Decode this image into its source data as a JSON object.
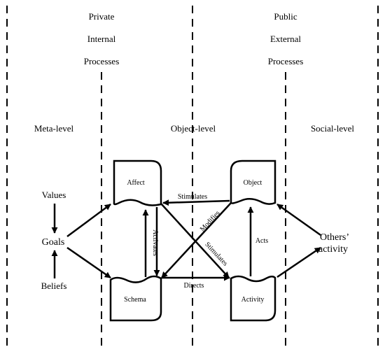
{
  "headers": {
    "private": [
      "Private",
      "Internal",
      "Processes"
    ],
    "public": [
      "Public",
      "External",
      "Processes"
    ]
  },
  "levels": {
    "meta": "Meta-level",
    "object": "Object-level",
    "social": "Social-level"
  },
  "boxes": {
    "affect": "Affect",
    "object": "Object",
    "schema": "Schema",
    "activity": "Activity"
  },
  "left": {
    "values": "Values",
    "goals": "Goals",
    "beliefs": "Beliefs"
  },
  "right": {
    "others_line1": "Others’",
    "others_line2": "activity"
  },
  "arrows": {
    "stimulates_top": "Stimulates",
    "modifies": "Modifies",
    "stimulates_diag": "Stimulates",
    "activates": "Activates",
    "acts": "Acts",
    "directs": "Directs"
  }
}
